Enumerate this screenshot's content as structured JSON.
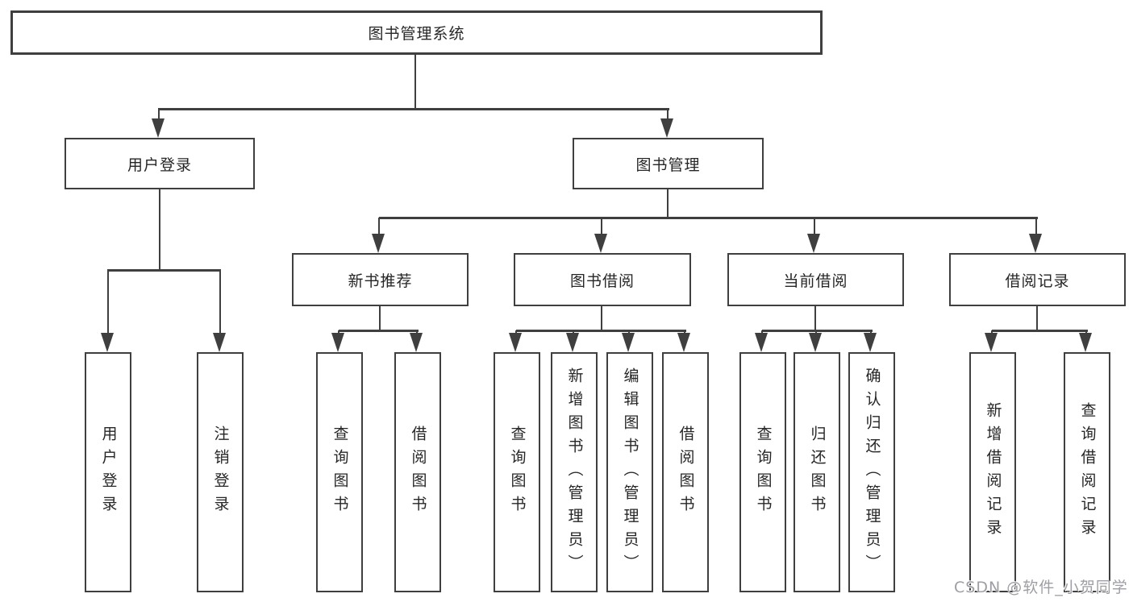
{
  "diagram": {
    "root_label": "图书管理系统",
    "level2": [
      {
        "label": "用户登录"
      },
      {
        "label": "图书管理"
      }
    ],
    "level3": [
      {
        "label": "新书推荐"
      },
      {
        "label": "图书借阅"
      },
      {
        "label": "当前借阅"
      },
      {
        "label": "借阅记录"
      }
    ],
    "leaves": {
      "user_login": [
        "用户登录",
        "注销登录"
      ],
      "new_book_recommendation": [
        "查询图书",
        "借阅图书"
      ],
      "book_borrowing": [
        "查询图书",
        "新增图书（管理员）",
        "编辑图书（管理员）",
        "借阅图书"
      ],
      "current_borrowing": [
        "查询图书",
        "归还图书",
        "确认归还（管理员）"
      ],
      "borrowing_records": [
        "新增借阅记录",
        "查询借阅记录"
      ]
    }
  },
  "watermark": "CSDN @软件_小贺同学",
  "colors": {
    "line": "#3f3f3f",
    "text": "#262626",
    "background": "#ffffff",
    "watermark": "#9e9ea4"
  }
}
